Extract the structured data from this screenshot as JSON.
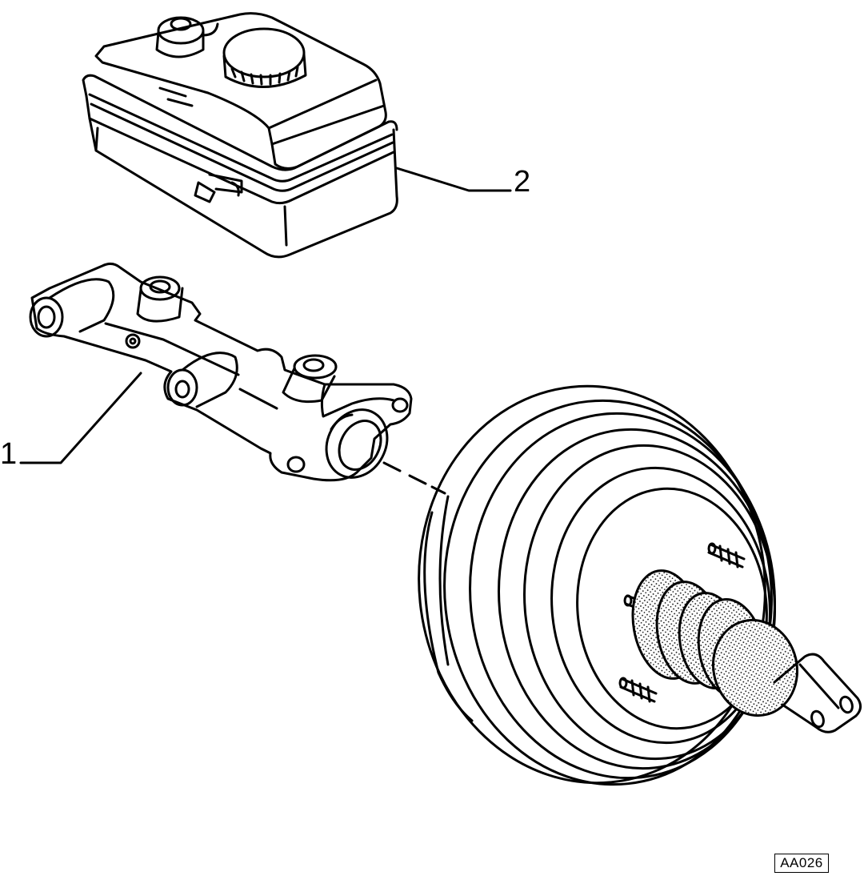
{
  "callouts": [
    {
      "number": "1"
    },
    {
      "number": "2"
    }
  ],
  "reference_code": "AA026"
}
